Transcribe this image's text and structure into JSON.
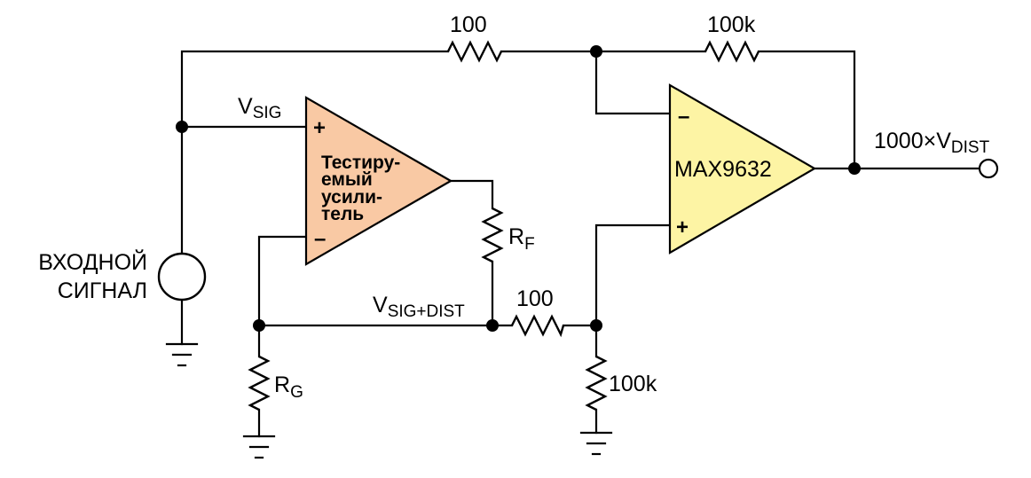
{
  "colors": {
    "dut_fill": "#f9c9a4",
    "max_fill": "#fdf4a4",
    "wire": "#000000"
  },
  "labels": {
    "r_top": "100",
    "r_fb": "100k",
    "r_mid": "100",
    "r_bot": "100k",
    "vsig_main": "V",
    "vsig_sub": "SIG",
    "vsd_main": "V",
    "vsd_sub": "SIG+DIST",
    "rf_main": "R",
    "rf_sub": "F",
    "rg_main": "R",
    "rg_sub": "G",
    "out_main": "1000×V",
    "out_sub": "DIST",
    "input_line1": "ВХОДНОЙ",
    "input_line2": "СИГНАЛ",
    "max_name": "MAX9632",
    "dut_lines": [
      "Тестиру-",
      "емый",
      "усили-",
      "тель"
    ],
    "plus": "+",
    "minus": "–"
  }
}
